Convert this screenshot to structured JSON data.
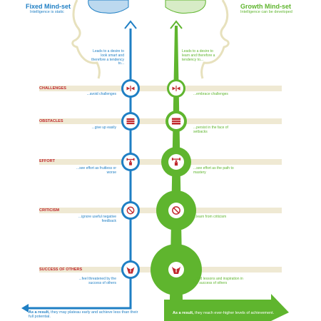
{
  "fixed": {
    "title": "Fixed Mind-set",
    "subtitle": "Intelligence is static",
    "intro": "Leads to a desire to look smart and therefore a tendency to...",
    "result_lead": "As a result,",
    "result_text": " they may plateau early and achieve less than their full potential."
  },
  "growth": {
    "title": "Growth Mind-set",
    "subtitle": "Intelligence can be developed",
    "intro": "Leads to a desire to learn and therefore a tendency to...",
    "result_lead": "As a result,",
    "result_text": " they reach ever-higher levels of achievement."
  },
  "rows": [
    {
      "label": "CHALLENGES",
      "icon": "arrows-collide-icon",
      "fixed": "...avoid challenges",
      "growth": "...embrace challenges"
    },
    {
      "label": "OBSTACLES",
      "icon": "brick-wall-icon",
      "fixed": "...give up easily",
      "growth": "...persist in the face of setbacks"
    },
    {
      "label": "EFFORT",
      "icon": "weightlifter-icon",
      "fixed": "...see effort as fruitless or worse",
      "growth": "...see effort as the path to mastery"
    },
    {
      "label": "CRITICISM",
      "icon": "no-sign-icon",
      "fixed": "...ignore useful negative feedback",
      "growth": "...learn from criticism"
    },
    {
      "label": "SUCCESS OF OTHERS",
      "icon": "trophy-person-icon",
      "fixed": "...feel threatened by the success of others",
      "growth": "...find lessons and inspiration in the success of others"
    }
  ],
  "colors": {
    "fixed": "#1f7fc4",
    "growth": "#5fb52e",
    "label": "#c0282d",
    "icon_fill": "#c0282d",
    "stripe": "#efe9d3",
    "head": "#e7e1bd"
  }
}
